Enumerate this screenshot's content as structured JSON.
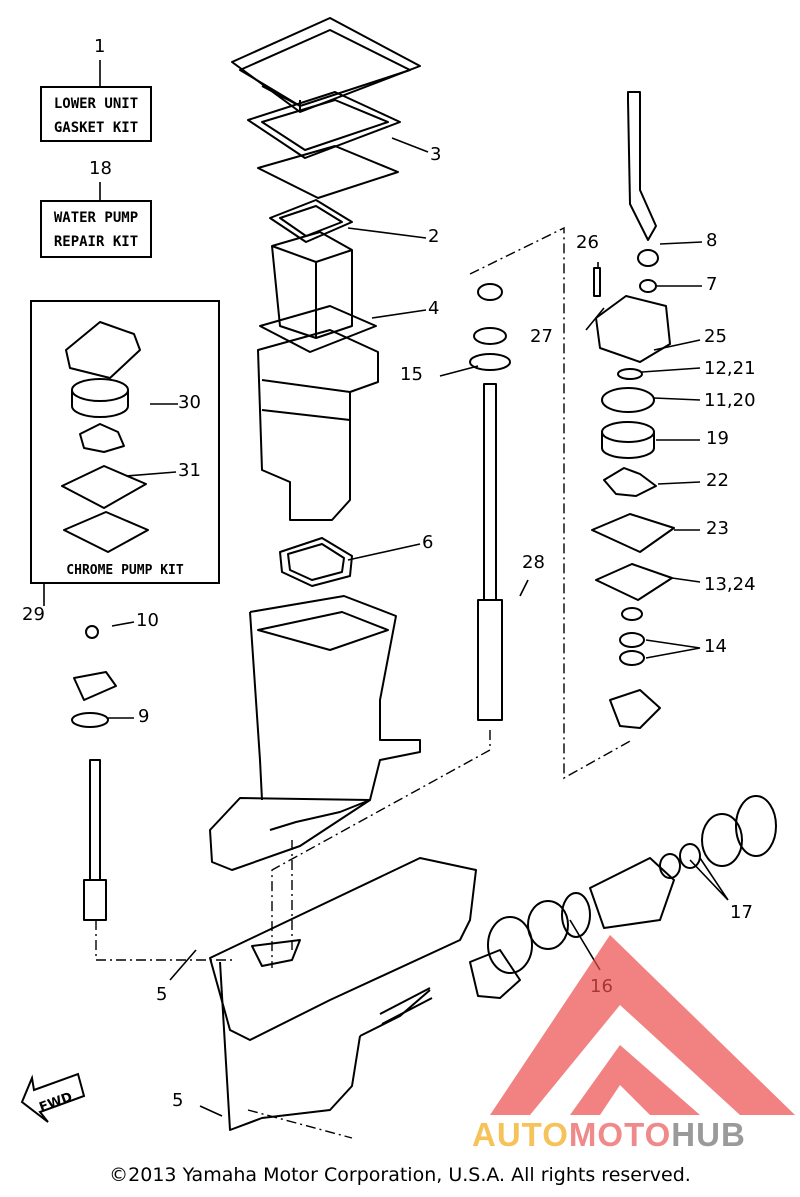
{
  "kits": {
    "lower_unit": {
      "number": "1",
      "line1": "LOWER UNIT",
      "line2": "GASKET KIT"
    },
    "water_pump": {
      "number": "18",
      "line1": "WATER PUMP",
      "line2": "REPAIR KIT"
    },
    "chrome": {
      "number": "29",
      "label": "CHROME PUMP KIT"
    }
  },
  "callouts": {
    "c2": "2",
    "c3": "3",
    "c4": "4",
    "c5a": "5",
    "c5b": "5",
    "c6": "6",
    "c7": "7",
    "c8": "8",
    "c9": "9",
    "c10": "10",
    "c11_20": "11,20",
    "c12_21": "12,21",
    "c13_24": "13,24",
    "c14": "14",
    "c15": "15",
    "c16": "16",
    "c17": "17",
    "c19": "19",
    "c22": "22",
    "c23": "23",
    "c25": "25",
    "c26": "26",
    "c27": "27",
    "c28": "28",
    "c30": "30",
    "c31": "31"
  },
  "fwd_label": "FWD",
  "watermark": {
    "part1": "AUTO",
    "part2": "MOTO",
    "part3": "HUB"
  },
  "copyright": "©2013 Yamaha Motor Corporation, U.S.A. All rights reserved.",
  "colors": {
    "line": "#000000",
    "watermark_red": "#ec4b4b",
    "watermark_orange": "#f6c25a",
    "watermark_gray": "#9a9a9a"
  }
}
